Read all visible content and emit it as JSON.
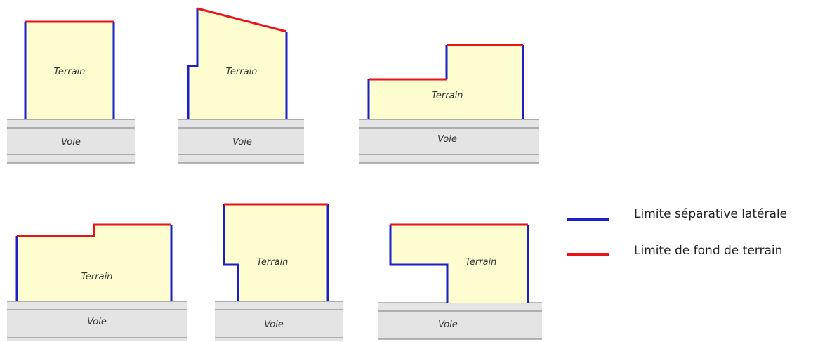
{
  "colors": {
    "lateral": "#1b1fc6",
    "back": "#e8141a",
    "terrain_fill": "#fdfdd0",
    "road_fill": "#e4e4e4",
    "road_line": "#8c8c8c"
  },
  "labels": {
    "terrain": "Terrain",
    "road": "Voie"
  },
  "legend": {
    "lateral_label": "Limite séparative latérale",
    "back_label": "Limite de fond de terrain"
  },
  "diagrams": [
    {
      "name": "rectangle",
      "terrain_label": "Terrain",
      "road_label": "Voie"
    },
    {
      "name": "sloped-back",
      "terrain_label": "Terrain",
      "road_label": "Voie"
    },
    {
      "name": "step-up-right",
      "terrain_label": "Terrain",
      "road_label": "Voie"
    },
    {
      "name": "small-step-right",
      "terrain_label": "Terrain",
      "road_label": "Voie"
    },
    {
      "name": "notch-bottom-left",
      "terrain_label": "Terrain",
      "road_label": "Voie"
    },
    {
      "name": "flag-lot",
      "terrain_label": "Terrain",
      "road_label": "Voie"
    }
  ]
}
